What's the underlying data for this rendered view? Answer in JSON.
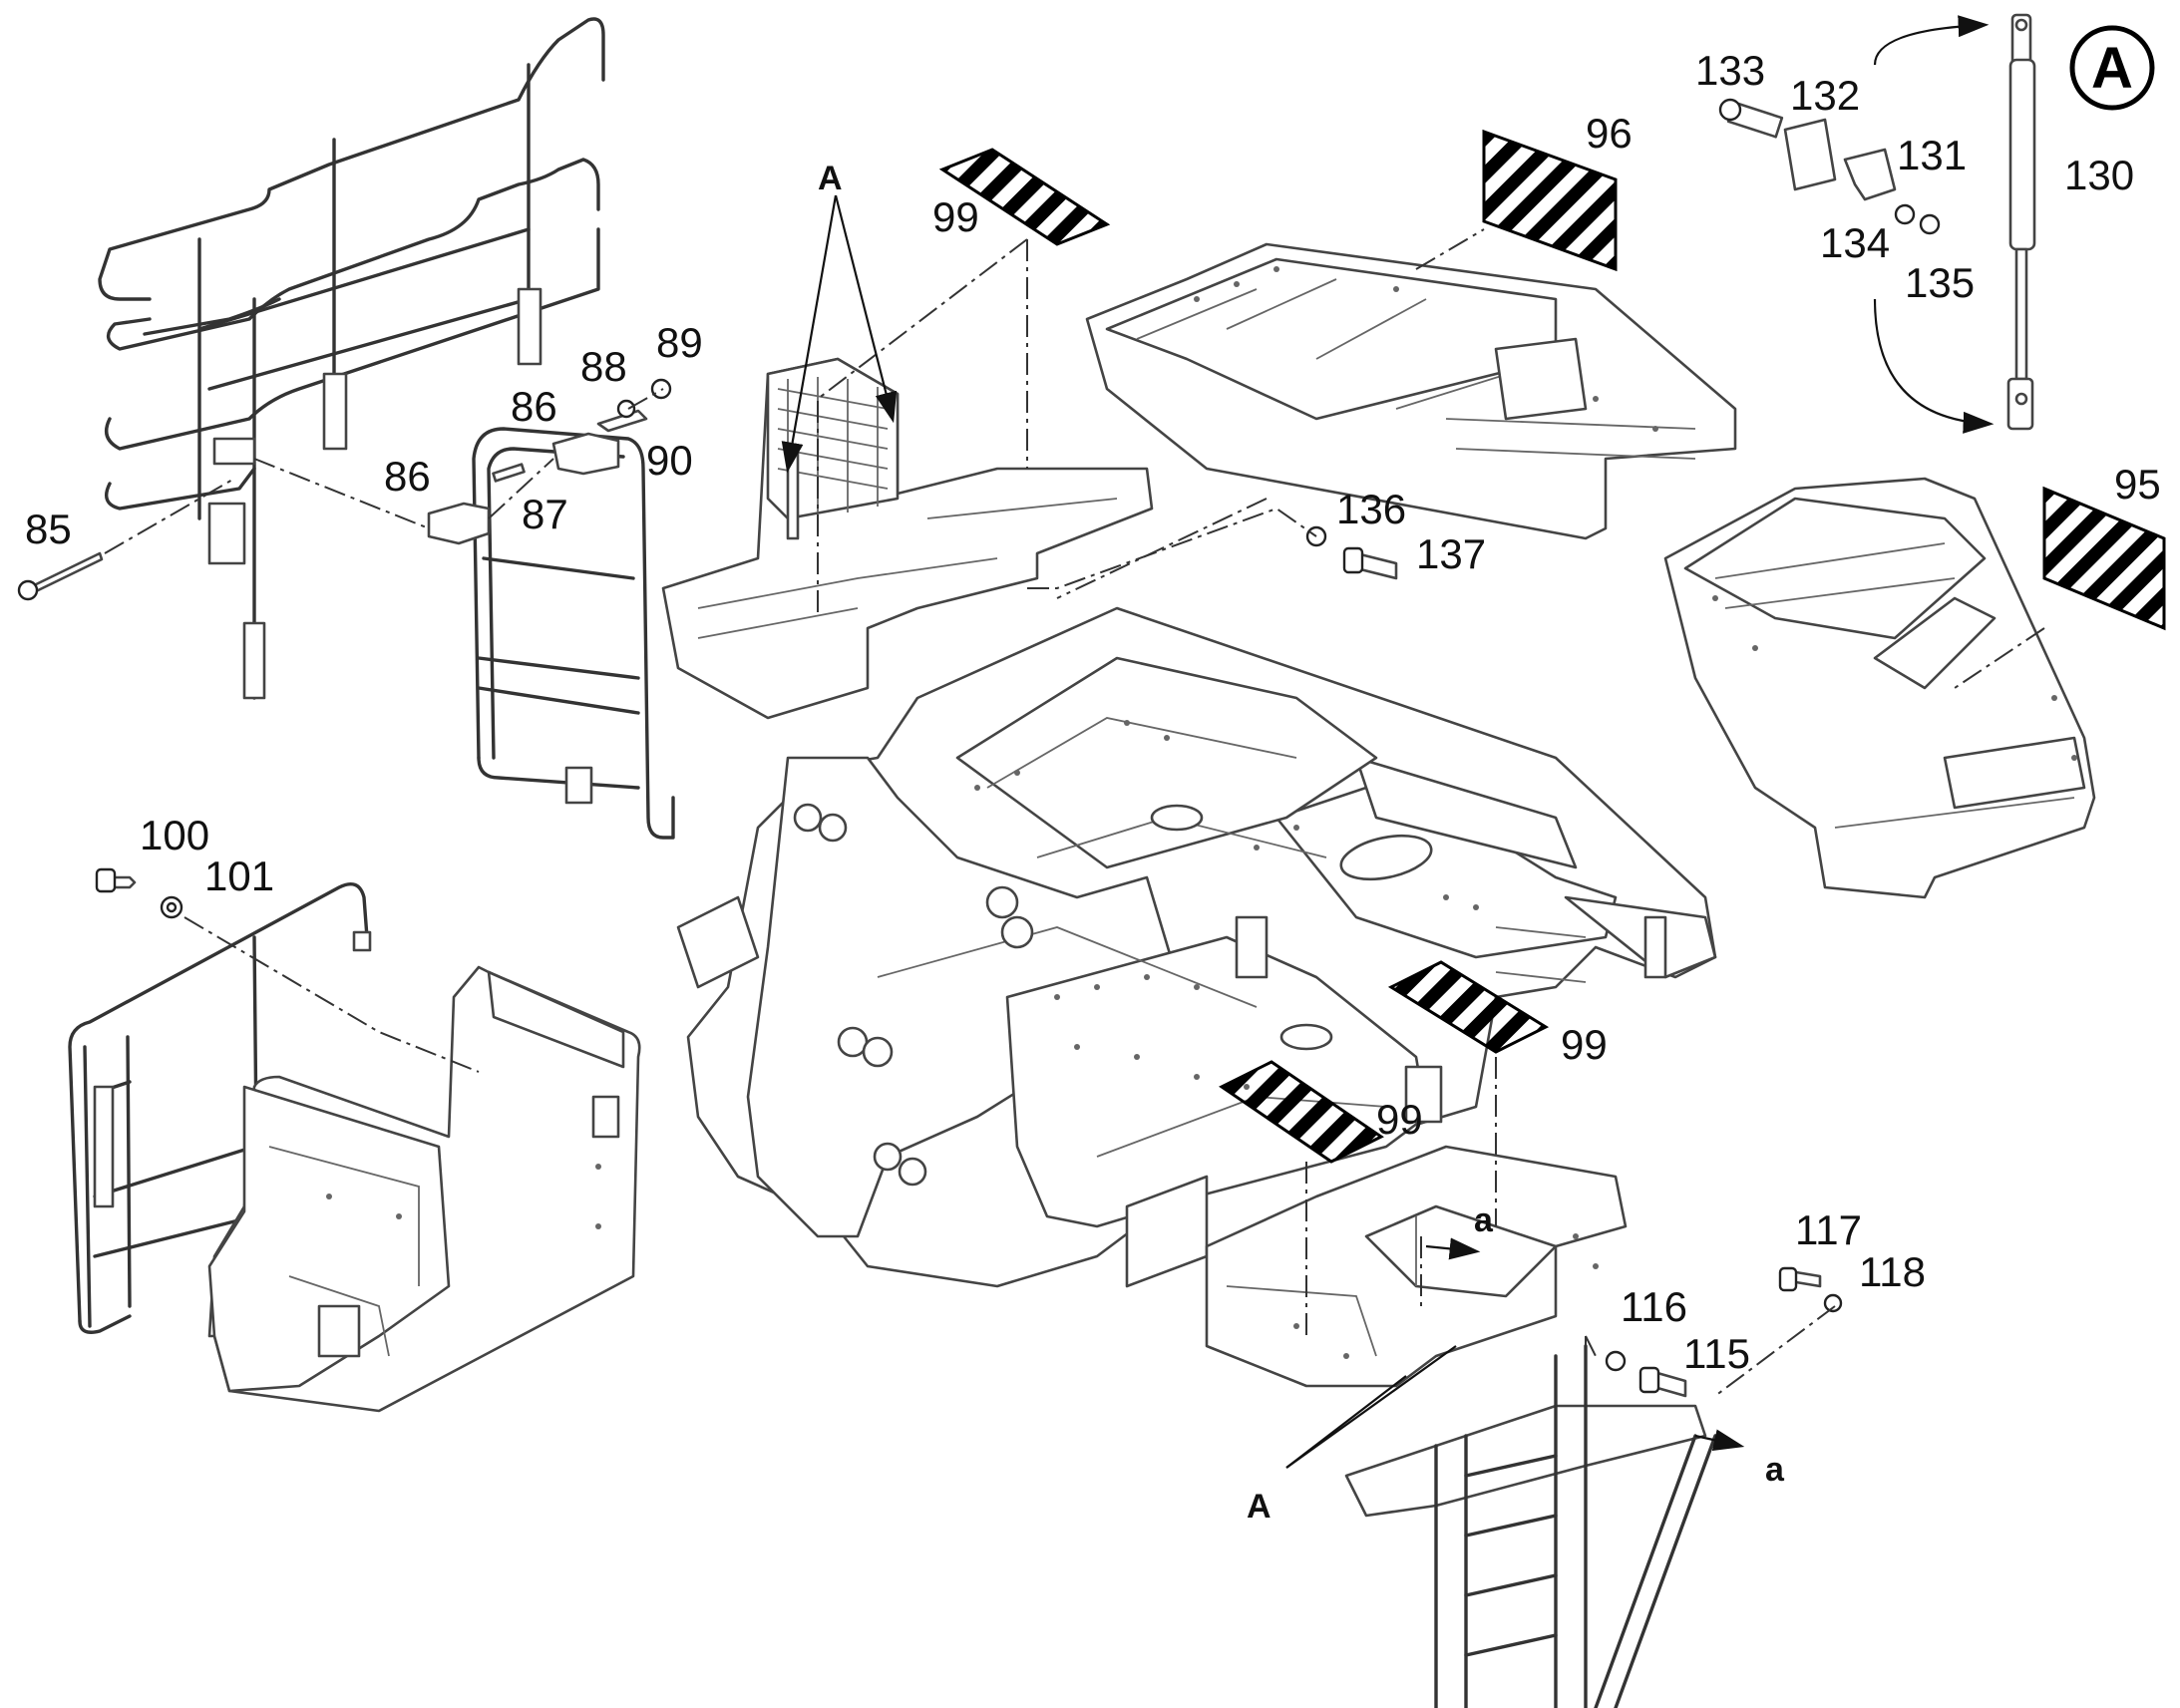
{
  "diagram": {
    "detail_badge": "A",
    "callouts": {
      "c85": "85",
      "c86a": "86",
      "c86b": "86",
      "c87": "87",
      "c88": "88",
      "c89": "89",
      "c90": "90",
      "c95": "95",
      "c96": "96",
      "c99a": "99",
      "c99b": "99",
      "c99c": "99",
      "c100": "100",
      "c101": "101",
      "c115": "115",
      "c116": "116",
      "c117": "117",
      "c118": "118",
      "c130": "130",
      "c131": "131",
      "c132": "132",
      "c133": "133",
      "c134": "134",
      "c135": "135",
      "c136": "136",
      "c137": "137"
    },
    "refs": {
      "A_top": "A",
      "A_bottom": "A",
      "a_upper": "a",
      "a_lower": "a"
    }
  },
  "colors": {
    "line": "#444444",
    "ink": "#111111",
    "background": "#ffffff"
  }
}
